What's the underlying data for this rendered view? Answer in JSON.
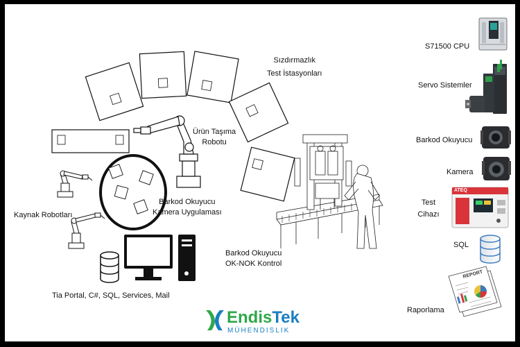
{
  "labels": {
    "leak_test_line1": "Sızdırmazlık",
    "leak_test_line2": "Test İstasyonları",
    "transfer_robot_line1": "Ürün Taşıma",
    "transfer_robot_line2": "Robotu",
    "barcode_camera_line1": "Barkod Okuyucu",
    "barcode_camera_line2": "Kamera Uygulaması",
    "welding_robots": "Kaynak Robotları",
    "barcode_control_line1": "Barkod Okuyucu",
    "barcode_control_line2": "OK-NOK Kontrol",
    "software": "Tia Portal, C#, SQL, Services, Mail"
  },
  "legend": {
    "cpu": "S71500 CPU",
    "servo": "Servo Sistemler",
    "barcode": "Barkod Okuyucu",
    "camera": "Kamera",
    "tester_line1": "Test",
    "tester_line2": "Cihazı",
    "tester_brand": "ATEQ",
    "sql": "SQL",
    "reporting": "Raporlama",
    "report_doc": "REPORT"
  },
  "logo": {
    "main": "Endis",
    "accent": "Tek",
    "sub": "MÜHENDISLIK"
  },
  "colors": {
    "logo_green": "#2ea84a",
    "logo_blue": "#1a7fc1",
    "tester_red": "#d9343a",
    "servo_green": "#2fa04c",
    "cpu_teal": "#29a39a"
  }
}
